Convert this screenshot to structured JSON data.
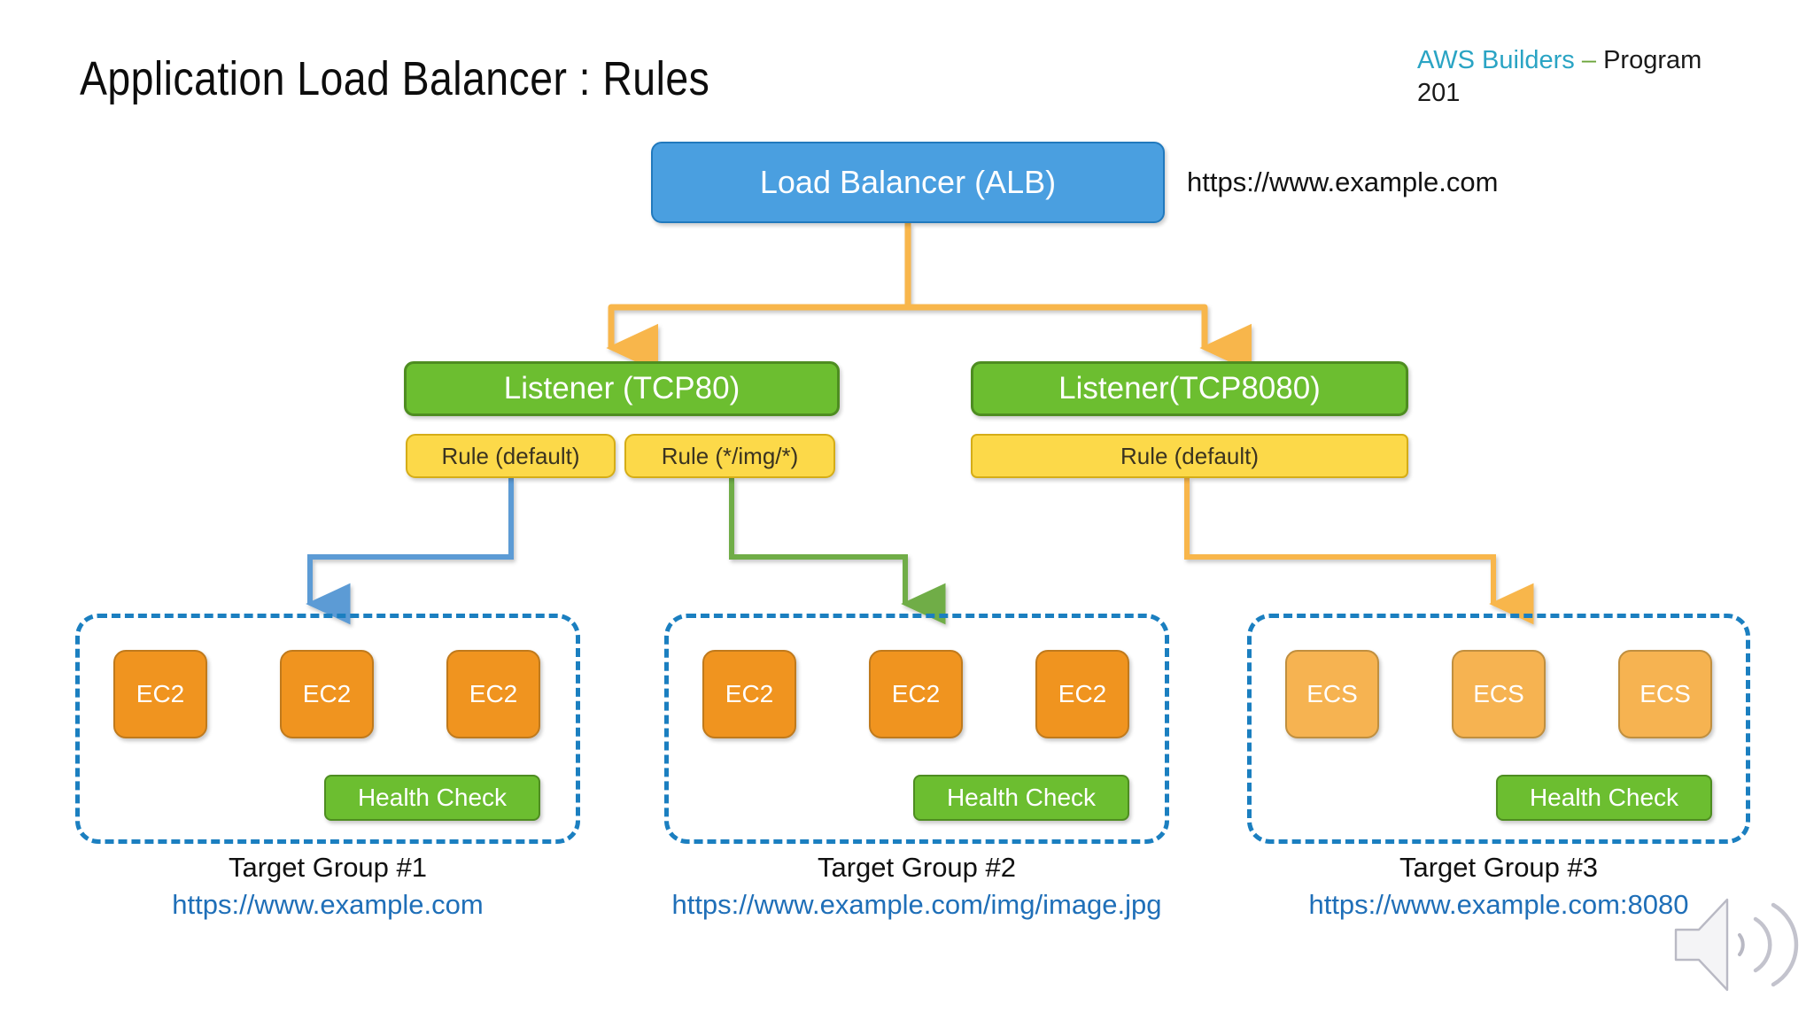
{
  "header": {
    "title": "Application Load Balancer : Rules",
    "brand_aws": "AWS Builders",
    "brand_dash": "–",
    "brand_program": "Program 201"
  },
  "diagram": {
    "load_balancer": {
      "label": "Load Balancer (ALB)",
      "url": "https://www.example.com"
    },
    "listeners": [
      {
        "label": "Listener (TCP80)"
      },
      {
        "label": "Listener(TCP8080)"
      }
    ],
    "rules": [
      {
        "label": "Rule (default)"
      },
      {
        "label": "Rule (*/img/*)"
      },
      {
        "label": "Rule (default)"
      }
    ],
    "target_groups": [
      {
        "caption": "Target Group #1",
        "url": "https://www.example.com",
        "instances": [
          "EC2",
          "EC2",
          "EC2"
        ],
        "health_check": "Health Check"
      },
      {
        "caption": "Target Group #2",
        "url": "https://www.example.com/img/image.jpg",
        "instances": [
          "EC2",
          "EC2",
          "EC2"
        ],
        "health_check": "Health Check"
      },
      {
        "caption": "Target Group #3",
        "url": "https://www.example.com:8080",
        "instances": [
          "ECS",
          "ECS",
          "ECS"
        ],
        "health_check": "Health Check"
      }
    ]
  },
  "colors": {
    "alb_blue": "#4a9fe0",
    "listener_green": "#6cbe30",
    "rule_yellow": "#fcd949",
    "ec2_orange": "#f0941f",
    "ecs_orange": "#f6b351",
    "target_group_border": "#1b7fc0",
    "connector_orange": "#f8b64c",
    "connector_blue": "#5b9bd5",
    "connector_green": "#70ad47",
    "url_blue": "#1f6fb8",
    "brand_cyan": "#2aa4c4",
    "brand_green": "#6ba43a"
  },
  "icons": {
    "speaker": "speaker-icon"
  }
}
